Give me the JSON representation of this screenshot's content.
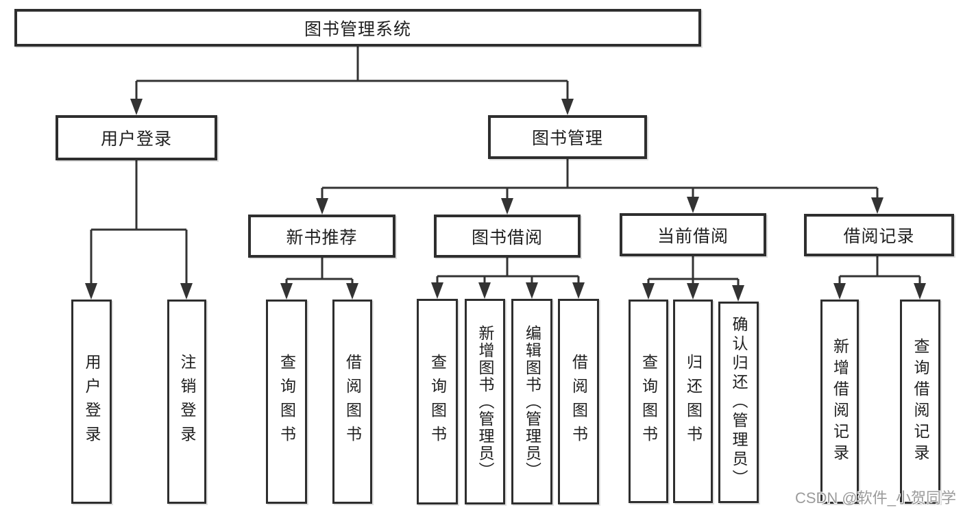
{
  "colors": {
    "background": "#ffffff",
    "line": "#333333",
    "box_border": "#2e2e2e",
    "text": "#1f1f1f",
    "watermark": "#9b9b9b"
  },
  "tree": {
    "root": {
      "label": "图书管理系统"
    },
    "branches": [
      {
        "label": "用户登录",
        "children": [
          "用户登录",
          "注销登录"
        ]
      },
      {
        "label": "图书管理",
        "sections": [
          {
            "label": "新书推荐",
            "children": [
              "查询图书",
              "借阅图书"
            ]
          },
          {
            "label": "图书借阅",
            "children": [
              "查询图书",
              "新增图书（管理员）",
              "编辑图书（管理员）",
              "借阅图书"
            ]
          },
          {
            "label": "当前借阅",
            "children": [
              "查询图书",
              "归还图书",
              "确认归还（管理员）"
            ]
          },
          {
            "label": "借阅记录",
            "children": [
              "新增借阅记录",
              "查询借阅记录"
            ]
          }
        ]
      }
    ]
  },
  "watermark": {
    "text": "CSDN @软件_小贺同学"
  }
}
